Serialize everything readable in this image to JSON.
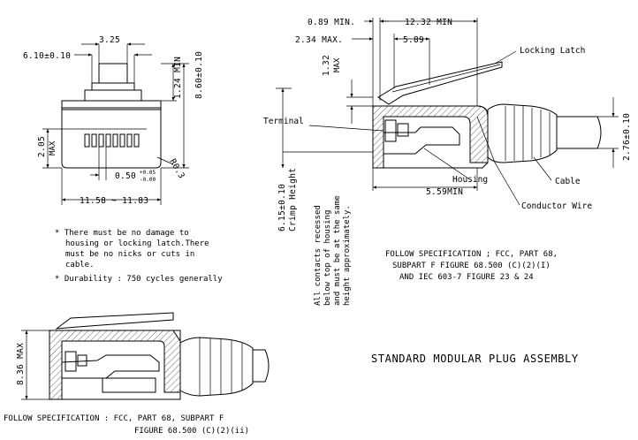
{
  "front_view": {
    "dim_top_width": "3.25",
    "dim_body_width": "6.10±0.10",
    "dim_latch_height": "1.24 MIN",
    "dim_total_height": "8.60±0.10",
    "dim_contact_height": "2.05",
    "dim_contact_height_suffix": "MAX",
    "dim_pitch": "0.50",
    "dim_pitch_tol_upper": "+0.05",
    "dim_pitch_tol_lower": "-0.00",
    "dim_radius": "R0.3",
    "dim_overall_width": "11.58 ~ 11.83"
  },
  "notes": {
    "note1_line1": "* There must be no damage to",
    "note1_line2": "housing or locking latch.There",
    "note1_line3": "must be no nicks or cuts in",
    "note1_line4": "cable.",
    "note2": "* Durability : 750 cycles generally"
  },
  "side_view": {
    "dim_a": "0.89 MIN.",
    "dim_b": "12.32 MIN",
    "dim_c": "2.34 MAX.",
    "dim_d": "5.89",
    "dim_e": "1.32",
    "dim_e_suffix": "MAX",
    "dim_f": "5.59MIN",
    "dim_g": "2.76±0.10",
    "dim_crimp_1": "6.15±0.10",
    "dim_crimp_2": "Crimp Height",
    "label_locking_latch": "Locking Latch",
    "label_terminal": "Terminal",
    "label_housing": "Housing",
    "label_cable": "Cable",
    "label_conductor": "Conductor Wire",
    "contacts_note_1": "All contacts recessed",
    "contacts_note_2": "below top of housing",
    "contacts_note_3": "and must be at the same",
    "contacts_note_4": "height approximately.",
    "spec_line1": "FOLLOW SPECIFICATION ; FCC, PART 68,",
    "spec_line2": "SUBPART F FIGURE 68.500 (C)(2)(I)",
    "spec_line3": "AND IEC 603-7 FIGURE 23 & 24"
  },
  "bottom_view": {
    "dim_height": "8.36 MAX",
    "spec_line1": "FOLLOW SPECIFICATION : FCC, PART 68,  SUBPART F",
    "spec_line2": "FIGURE 68.500 (C)(2)(ii)"
  },
  "title": "STANDARD MODULAR PLUG ASSEMBLY"
}
